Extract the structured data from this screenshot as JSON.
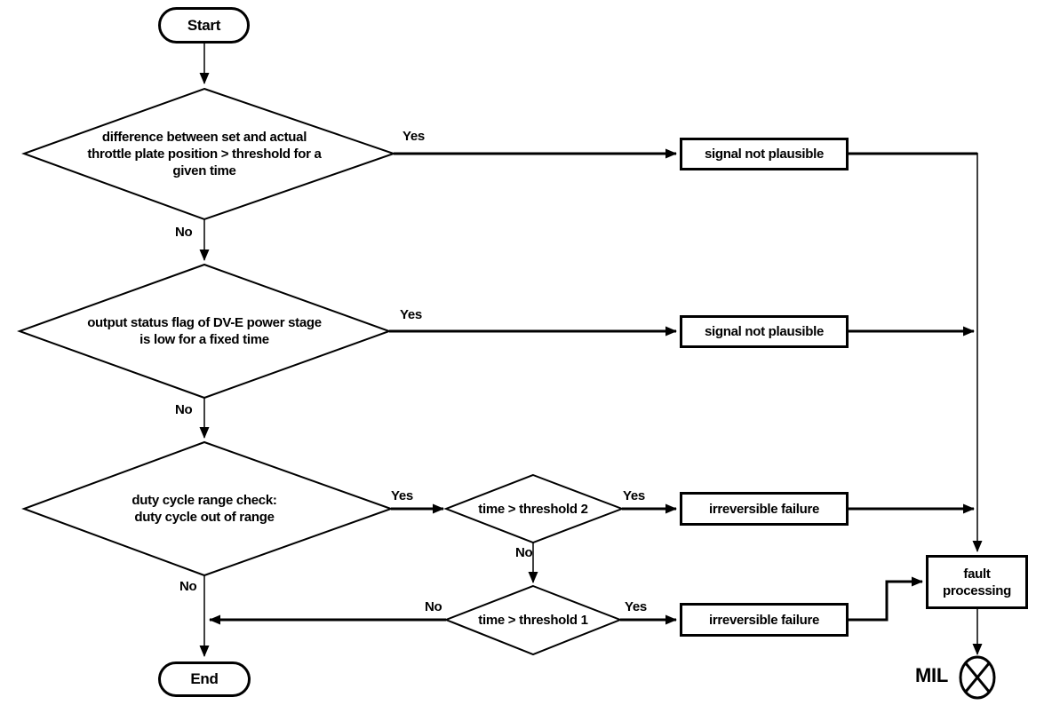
{
  "diagram": {
    "colors": {
      "line": "#000000",
      "background": "#ffffff"
    },
    "nodes": {
      "start": {
        "type": "terminator",
        "label": "Start"
      },
      "end": {
        "type": "terminator",
        "label": "End"
      },
      "check_position": {
        "type": "decision",
        "lines": [
          "difference between set and actual",
          "throttle plate position > threshold  for a",
          "given time"
        ]
      },
      "check_power_stage": {
        "type": "decision",
        "lines": [
          "output status flag of DV-E power stage",
          "is low for a fixed time"
        ]
      },
      "check_duty_cycle": {
        "type": "decision",
        "lines": [
          "duty cycle range check:",
          "duty cycle out of range"
        ]
      },
      "check_threshold2": {
        "type": "decision",
        "label": "time > threshold 2"
      },
      "check_threshold1": {
        "type": "decision",
        "label": "time > threshold 1"
      },
      "signal_not_plausible_1": {
        "type": "process",
        "label": "signal not plausible"
      },
      "signal_not_plausible_2": {
        "type": "process",
        "label": "signal not plausible"
      },
      "irreversible_failure_1": {
        "type": "process",
        "label": "irreversible failure"
      },
      "irreversible_failure_2": {
        "type": "process",
        "label": "irreversible failure"
      },
      "fault_processing": {
        "type": "process",
        "lines": [
          "fault",
          "processing"
        ]
      },
      "mil": {
        "type": "indicator",
        "label": "MIL"
      }
    },
    "edges": [
      {
        "from": "start",
        "to": "check_position",
        "label": ""
      },
      {
        "from": "check_position",
        "to": "signal_not_plausible_1",
        "label": "Yes"
      },
      {
        "from": "check_position",
        "to": "check_power_stage",
        "label": "No"
      },
      {
        "from": "check_power_stage",
        "to": "signal_not_plausible_2",
        "label": "Yes"
      },
      {
        "from": "check_power_stage",
        "to": "check_duty_cycle",
        "label": "No"
      },
      {
        "from": "check_duty_cycle",
        "to": "check_threshold2",
        "label": "Yes"
      },
      {
        "from": "check_duty_cycle",
        "to": "end",
        "label": "No"
      },
      {
        "from": "check_threshold2",
        "to": "irreversible_failure_1",
        "label": "Yes"
      },
      {
        "from": "check_threshold2",
        "to": "check_threshold1",
        "label": "No"
      },
      {
        "from": "check_threshold1",
        "to": "irreversible_failure_2",
        "label": "Yes"
      },
      {
        "from": "check_threshold1",
        "to": "end",
        "label": "No"
      },
      {
        "from": "signal_not_plausible_1",
        "to": "fault_processing",
        "label": ""
      },
      {
        "from": "signal_not_plausible_2",
        "to": "fault_processing",
        "label": ""
      },
      {
        "from": "irreversible_failure_1",
        "to": "fault_processing",
        "label": ""
      },
      {
        "from": "irreversible_failure_2",
        "to": "fault_processing",
        "label": ""
      },
      {
        "from": "fault_processing",
        "to": "mil",
        "label": ""
      }
    ]
  }
}
